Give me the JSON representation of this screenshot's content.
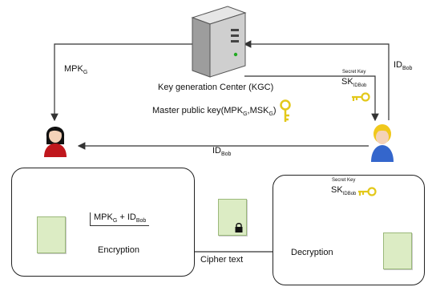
{
  "diagram": {
    "kgc_title": "Key generation Center (KGC)",
    "master_key_prefix": "Master public key(MPK",
    "master_key_sub1": "G",
    "master_key_mid": ",MSK",
    "master_key_sub2": "G",
    "master_key_suffix": ")",
    "mpk_label_main": "MPK",
    "mpk_label_sub": "G",
    "id_bob_top_main": "ID",
    "id_bob_top_sub": "Bob",
    "id_bob_mid_main": "ID",
    "id_bob_mid_sub": "Bob",
    "secret_key_caption_top": "Secret Key",
    "sk_top_main": "SK",
    "sk_top_sub": "IDBob",
    "secret_key_caption_bottom": "Secret Key",
    "sk_bottom_main": "SK",
    "sk_bottom_sub": "IDBob",
    "formula_main1": "MPK",
    "formula_sub1": "G",
    "formula_plus": " + ID",
    "formula_sub2": "Bob",
    "encryption_label": "Encryption",
    "cipher_text_label": "Cipher text",
    "decryption_label": "Decryption",
    "colors": {
      "document": "#dcecc4",
      "key": "#e3c81a",
      "alice_shirt": "#c0171d",
      "bob_shirt": "#3466cc",
      "bob_hair": "#f0c81c",
      "server": "#cfcfcf"
    }
  }
}
